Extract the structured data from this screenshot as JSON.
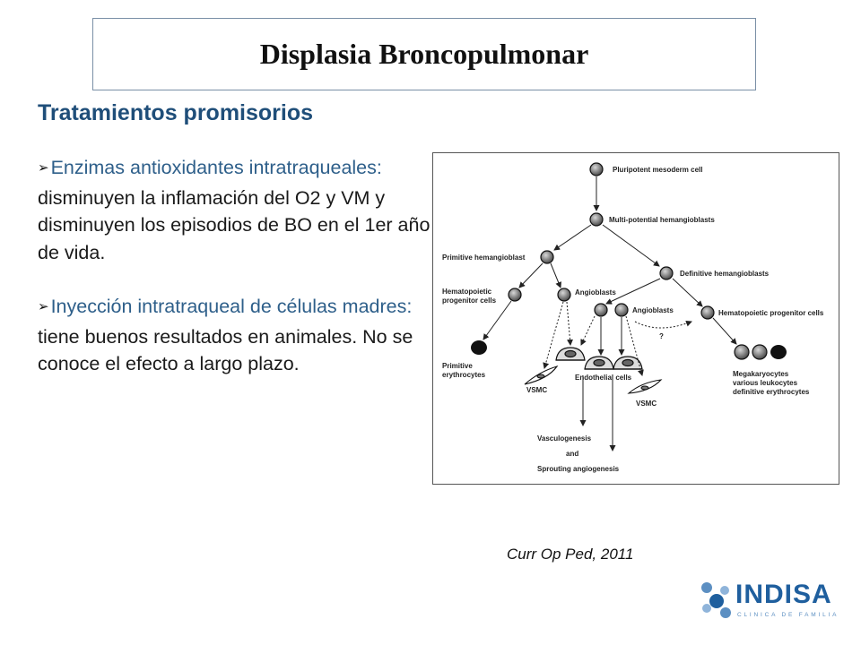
{
  "slide": {
    "title": "Displasia Broncopulmonar",
    "subtitle": "Tratamientos promisorios",
    "bullets": [
      {
        "highlight": "Enzimas antioxidantes intratraqueales:",
        "text": " disminuyen la inflamación del O2 y VM y disminuyen los episodios de BO en el 1er año de vida."
      },
      {
        "highlight": "Inyección intratraqueal de células madres:",
        "text": " tiene buenos resultados en animales. No se conoce el efecto a largo plazo."
      }
    ],
    "citation": "Curr Op  Ped, 2011"
  },
  "diagram": {
    "labels": {
      "pluripotent": "Pluripotent mesoderm cell",
      "multipotential": "Multi-potential hemangioblasts",
      "primitive": "Primitive hemangioblast",
      "definitive": "Definitive hemangioblasts",
      "hemato_left_1": "Hematopoietic",
      "hemato_left_2": "progenitor cells",
      "angioblasts_left": "Angioblasts",
      "angioblasts_right": "Angioblasts",
      "hemato_right": "Hematopoietic progenitor cells",
      "question": "?",
      "prim_ery_1": "Primitive",
      "prim_ery_2": "erythrocytes",
      "vsmc_left": "VSMC",
      "endothelial": "Endothelial cells",
      "vsmc_right": "VSMC",
      "mega_1": "Megakaryocytes",
      "mega_2": "various leukocytes",
      "mega_3": "definitive erythrocytes",
      "vasculo": "Vasculogenesis",
      "and": "and",
      "sprouting": "Sprouting angiogenesis"
    }
  },
  "logo": {
    "name": "INDISA",
    "tagline": "CLINICA DE FAMILIA"
  },
  "colors": {
    "subtitle": "#1f4e79",
    "highlight": "#2e5f8a",
    "logo_blue": "#1f5f9e"
  }
}
